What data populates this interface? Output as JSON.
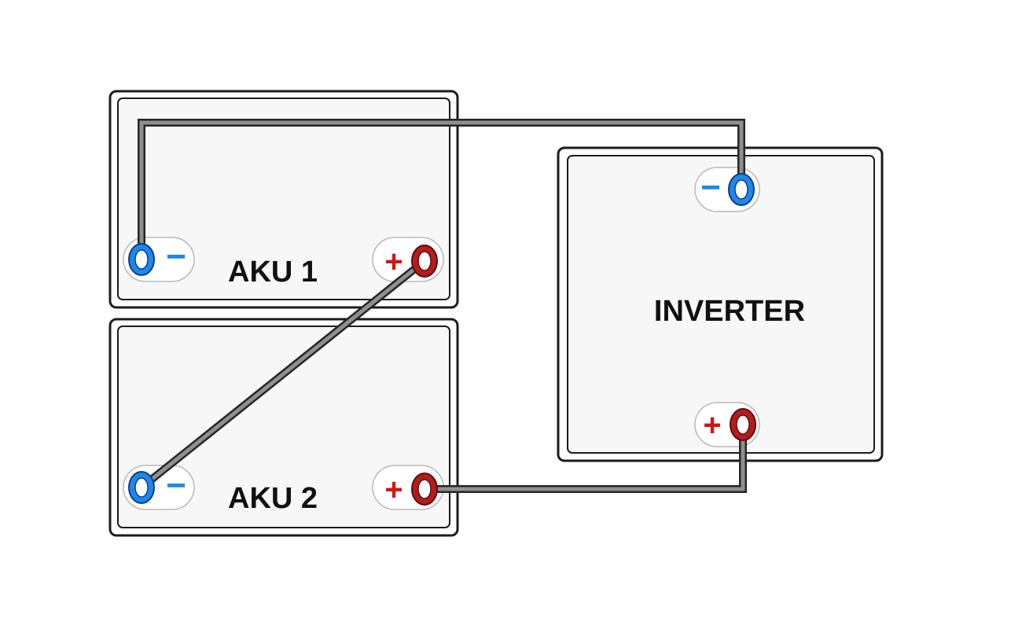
{
  "batteries": [
    {
      "label": "AKU 1"
    },
    {
      "label": "AKU 2"
    }
  ],
  "inverter": {
    "label": "INVERTER"
  },
  "terminal_signs": {
    "negative": "−",
    "positive": "+"
  },
  "colors": {
    "negative": "#1e88e5",
    "negative_ring": "#0d3d91",
    "positive": "#d01616",
    "positive_ring": "#7a1010",
    "cable": "#8f8f8f",
    "cable_outline": "#262626",
    "frame": "#1c1c1c"
  }
}
